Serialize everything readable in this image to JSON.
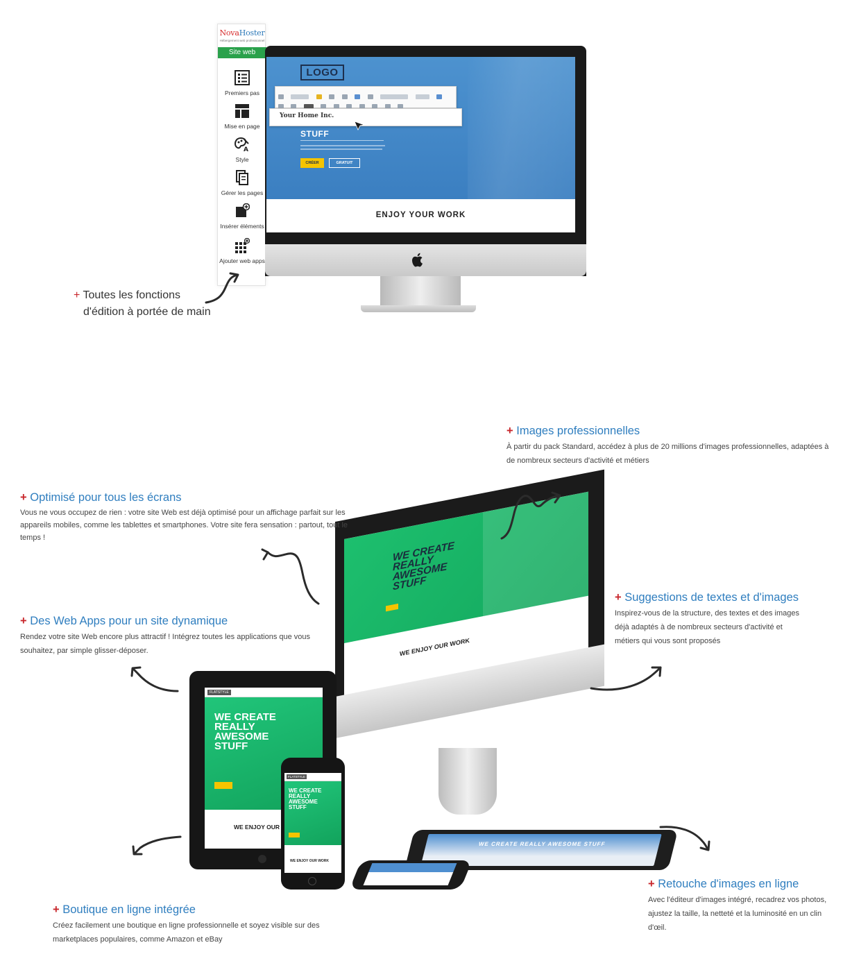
{
  "sidebar": {
    "brand_main": "Nova",
    "brand_accent": "Hoster",
    "brand_tagline": "Hébergement web professionnel",
    "tab": "Site web",
    "items": [
      {
        "label": "Premiers pas",
        "icon": "checklist-icon"
      },
      {
        "label": "Mise en page",
        "icon": "layout-icon"
      },
      {
        "label": "Style",
        "icon": "palette-icon"
      },
      {
        "label": "Gérer les pages",
        "icon": "pages-icon"
      },
      {
        "label": "Insérer éléments",
        "icon": "insert-element-icon"
      },
      {
        "label": "Ajouter web apps",
        "icon": "add-apps-icon"
      }
    ]
  },
  "editor_preview": {
    "logo": "LOGO",
    "input_text": "Your Home Inc.",
    "headline": "STUFF",
    "btn_primary": "CRÉER",
    "btn_secondary": "GRATUIT",
    "section_title": "ENJOY YOUR WORK"
  },
  "caption_top": {
    "line1": "Toutes les fonctions",
    "line2": "d'édition à portée de main"
  },
  "devices": {
    "headline": "WE CREATE REALLY AWESOME STUFF",
    "headline_l1": "WE CREATE",
    "headline_l2": "REALLY",
    "headline_l3": "AWESOME",
    "headline_l4": "STUFF",
    "brand": "FLATSTYLE",
    "enjoy": "WE ENJOY OUR WORK"
  },
  "features": {
    "images_pro": {
      "title": "Images professionnelles",
      "text": "À partir du pack Standard, accédez à plus de 20 millions d'images professionnelles, adaptées à de nombreux secteurs d'activité et métiers"
    },
    "optimise": {
      "title": "Optimisé pour tous les écrans",
      "text": "Vous ne vous occupez de rien : votre site Web est déjà optimisé pour un affichage parfait sur les appareils mobiles, comme les tablettes et smartphones. Votre site fera sensation : partout, tout le temps !"
    },
    "suggestions": {
      "title": "Suggestions de textes et d'images",
      "text": "Inspirez-vous de la structure, des textes et des images déjà adaptés à de nombreux secteurs d'activité et métiers qui vous sont proposés"
    },
    "webapps": {
      "title": "Des Web Apps pour un site dynamique",
      "text": "Rendez votre site Web encore plus attractif ! Intégrez toutes les applications que vous souhaitez, par simple glisser-déposer."
    },
    "retouche": {
      "title": "Retouche d'images en ligne",
      "text": "Avec l'éditeur d'images intégré, recadrez vos photos, ajustez la taille, la netteté et la luminosité en un clin d'œil."
    },
    "boutique": {
      "title": "Boutique en ligne intégrée",
      "text": "Créez facilement une boutique en ligne professionnelle et soyez visible sur des marketplaces populaires, comme Amazon et eBay"
    }
  },
  "colors": {
    "accent_blue": "#2f7ebf",
    "plus_red": "#c8262b",
    "sidebar_green": "#2aa14b",
    "device_green": "#1dbf6e"
  }
}
